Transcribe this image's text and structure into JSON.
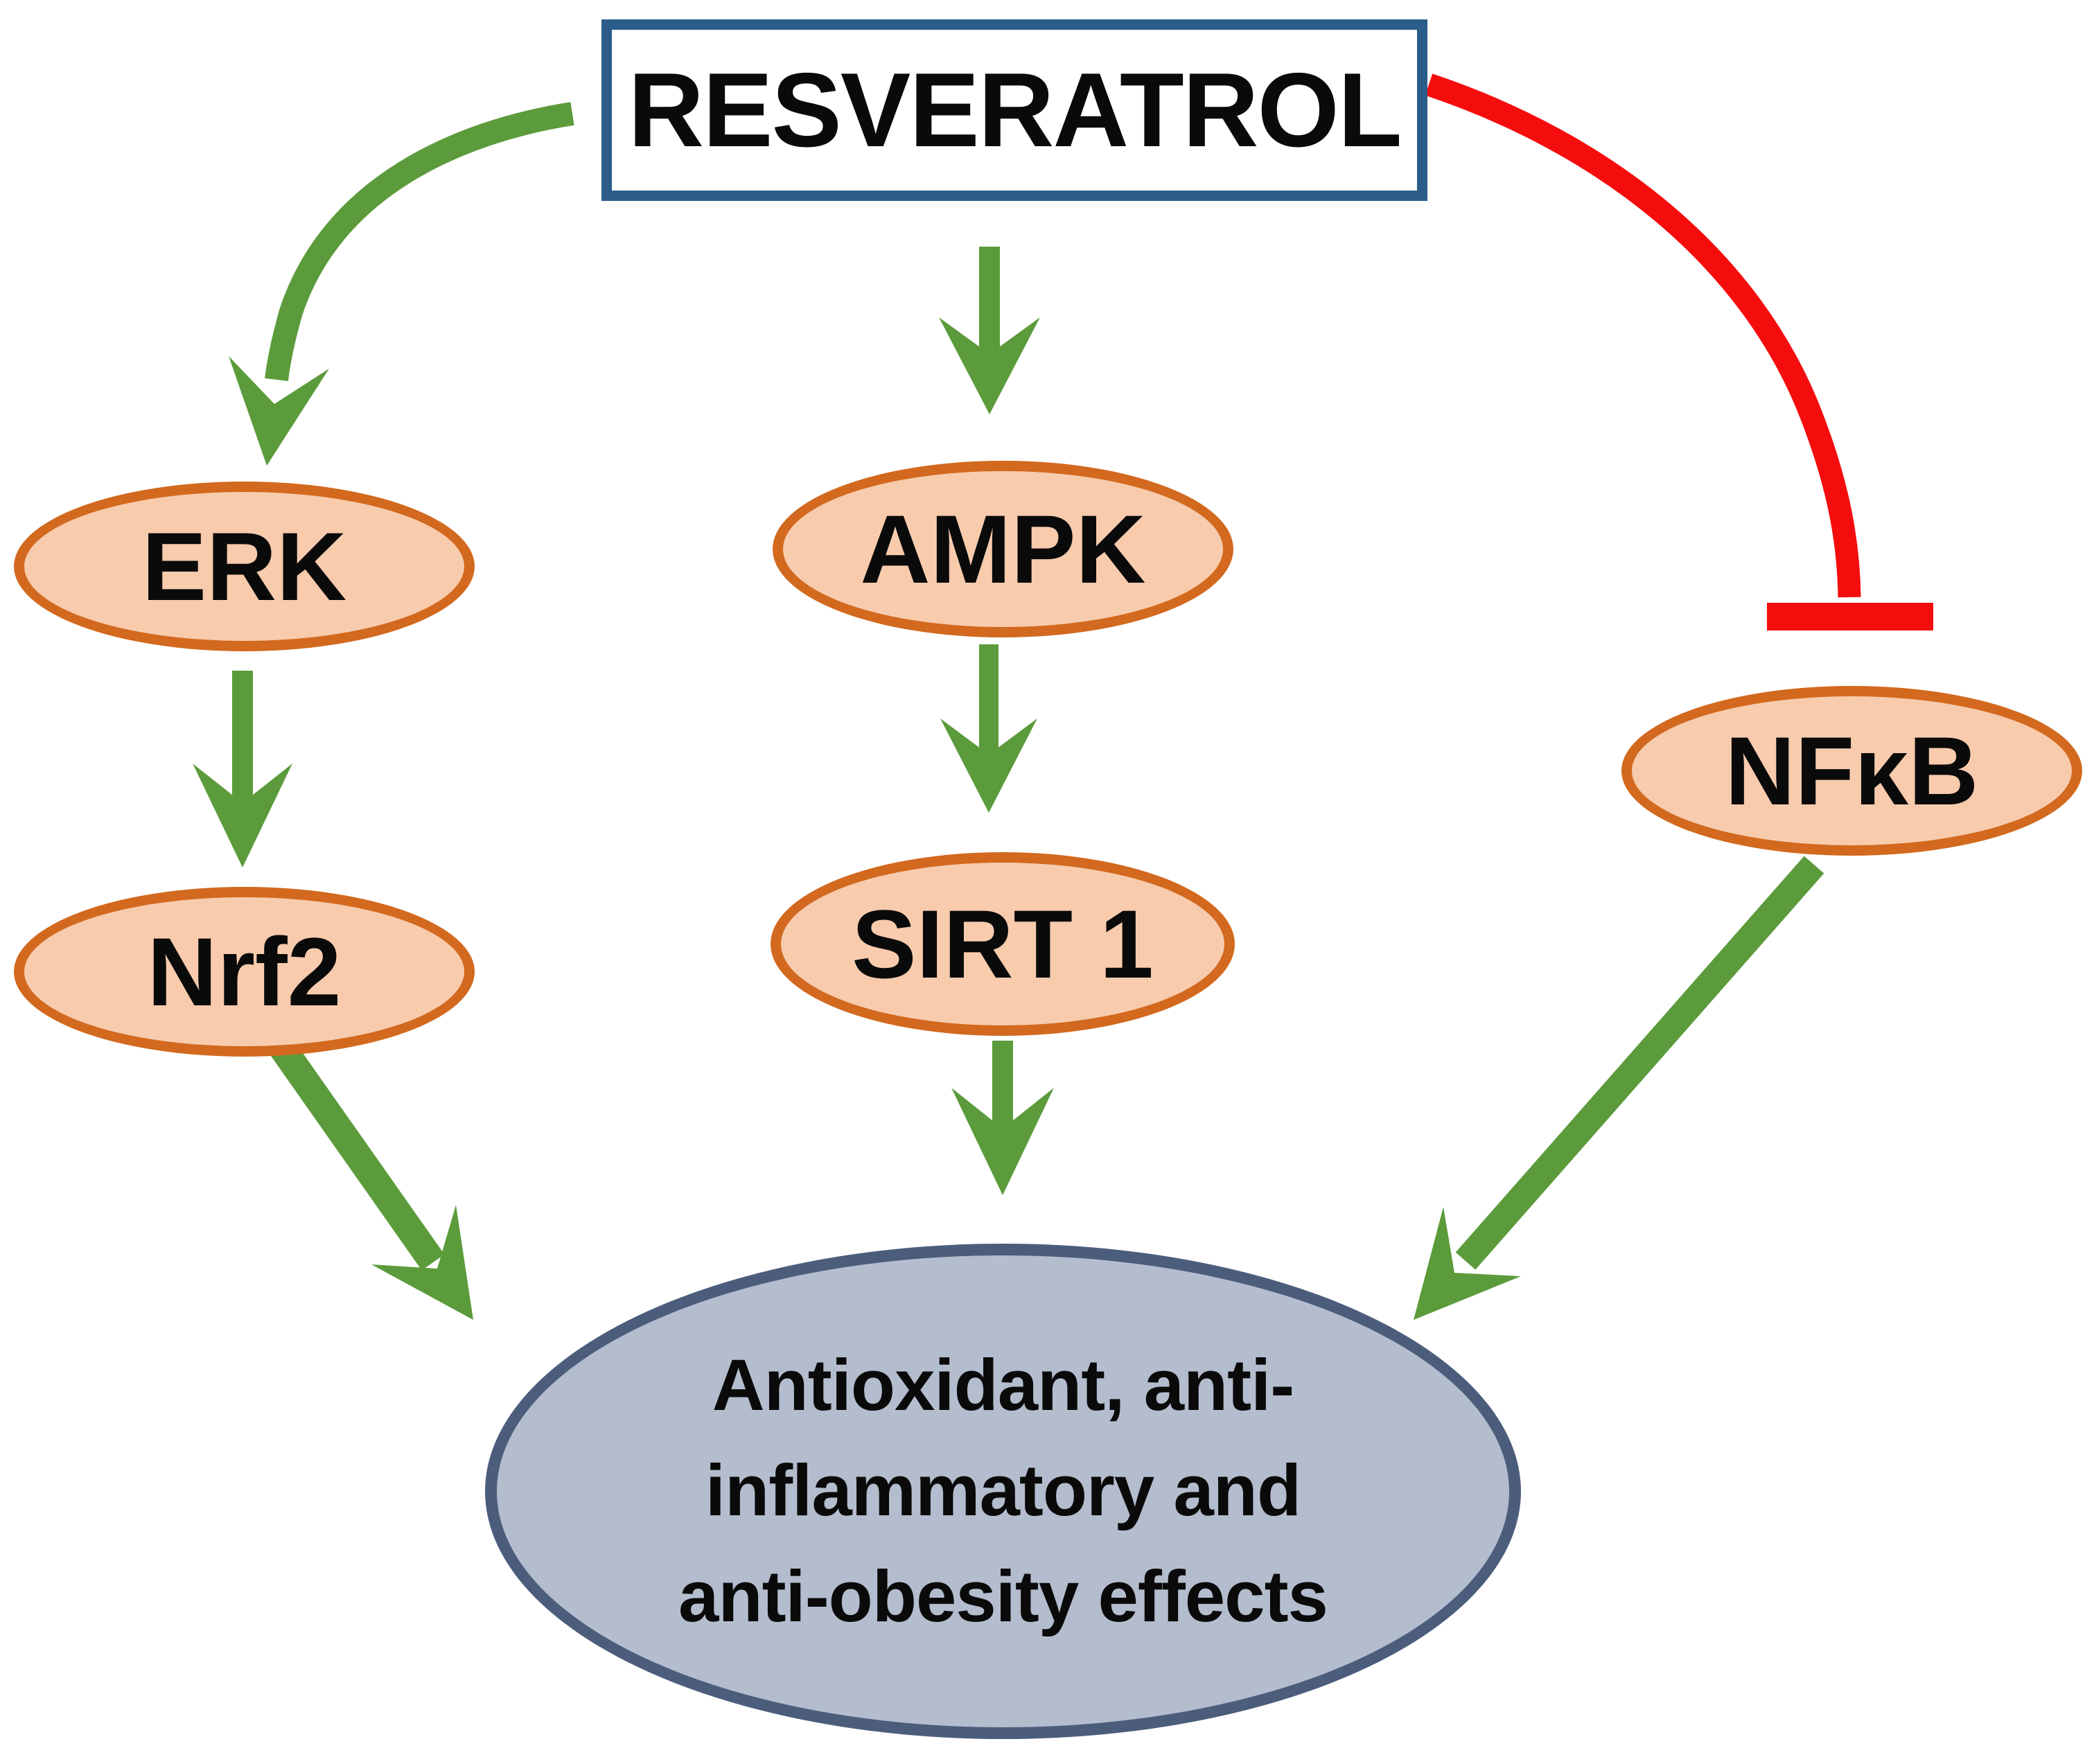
{
  "diagram": {
    "title_box": {
      "label": "RESVERATROL"
    },
    "nodes": {
      "erk": {
        "label": "ERK"
      },
      "ampk": {
        "label": "AMPK"
      },
      "nfkb": {
        "label": "NFκB"
      },
      "nrf2": {
        "label": "Nrf2"
      },
      "sirt1": {
        "label": "SIRT 1"
      },
      "effects": {
        "lines": [
          "Antioxidant, anti-",
          "inflammatory and",
          "anti-obesity effects"
        ]
      }
    },
    "edges": [
      {
        "from": "RESVERATROL",
        "to": "ERK",
        "relation": "activates",
        "style": "curved-green-arrow"
      },
      {
        "from": "RESVERATROL",
        "to": "AMPK",
        "relation": "activates",
        "style": "straight-green-arrow"
      },
      {
        "from": "RESVERATROL",
        "to": "NFκB",
        "relation": "inhibits",
        "style": "curved-red-tbar"
      },
      {
        "from": "ERK",
        "to": "Nrf2",
        "relation": "activates",
        "style": "straight-green-arrow"
      },
      {
        "from": "AMPK",
        "to": "SIRT 1",
        "relation": "activates",
        "style": "straight-green-arrow"
      },
      {
        "from": "Nrf2",
        "to": "effects",
        "relation": "activates",
        "style": "diagonal-green-arrow"
      },
      {
        "from": "SIRT 1",
        "to": "effects",
        "relation": "activates",
        "style": "diagonal-green-arrow"
      },
      {
        "from": "NFκB",
        "to": "effects",
        "relation": "activates",
        "style": "diagonal-green-arrow"
      }
    ],
    "colors": {
      "activation": "#5B9B3B",
      "inhibition": "#F50D0D",
      "node_fill": "#F8CBAD",
      "node_border": "#D2691E",
      "effects_fill": "#B4BDCE",
      "effects_border": "#4C5D7C",
      "title_border": "#2B5C8A",
      "text": "#0A0A0A"
    }
  }
}
